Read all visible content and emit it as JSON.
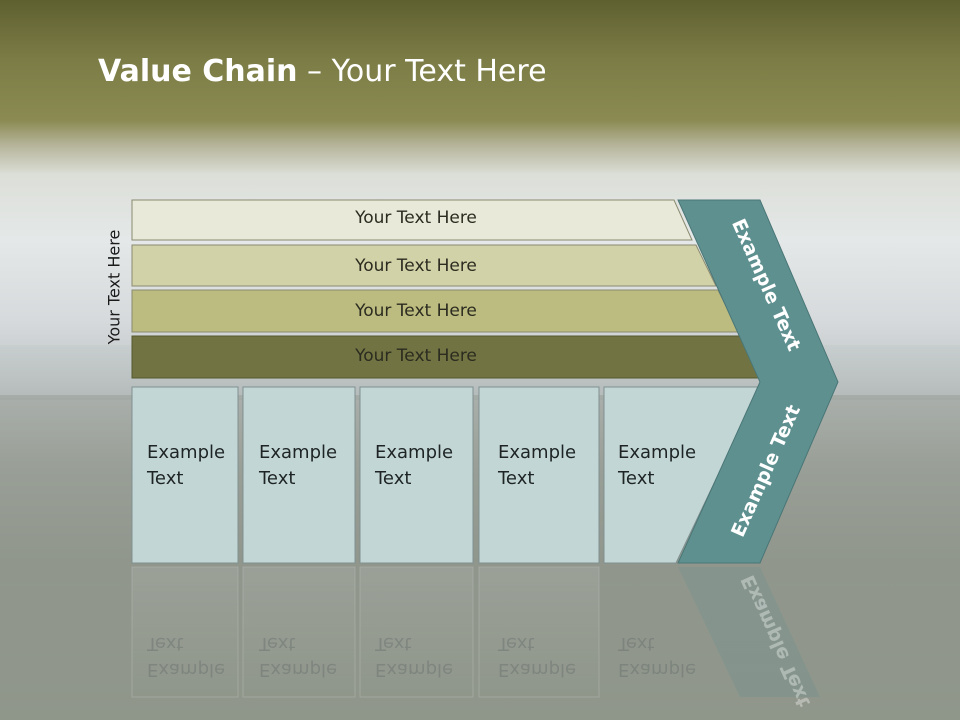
{
  "slide": {
    "title_bold": "Value Chain",
    "title_rest": " – Your Text Here",
    "side_label": "Your Text Here"
  },
  "rows": [
    {
      "label": "Your Text Here",
      "fill": "#e8e9d8"
    },
    {
      "label": "Your Text Here",
      "fill": "#d2d2a8"
    },
    {
      "label": "Your Text Here",
      "fill": "#bcbc80"
    },
    {
      "label": "Your Text Here",
      "fill": "#717442"
    }
  ],
  "cells": [
    {
      "line1": "Example",
      "line2": "Text"
    },
    {
      "line1": "Example",
      "line2": "Text"
    },
    {
      "line1": "Example",
      "line2": "Text"
    },
    {
      "line1": "Example",
      "line2": "Text"
    },
    {
      "line1": "Example",
      "line2": "Text"
    }
  ],
  "chevron": {
    "top_label": "Example Text",
    "bottom_label": "Example Text",
    "fill": "#5f9090"
  },
  "colors": {
    "cell_fill": "#c3d6d6",
    "cell_stroke": "#7f9090"
  }
}
